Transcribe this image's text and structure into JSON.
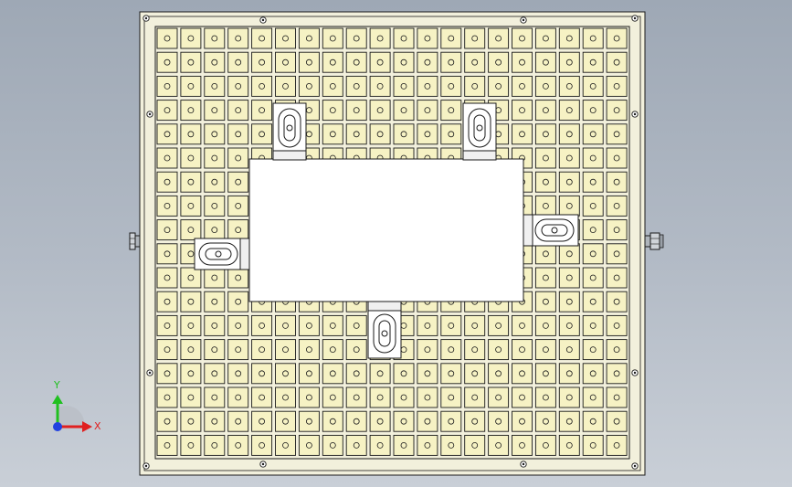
{
  "viewport": {
    "background_top": "#9ea8b5",
    "background_bottom": "#c9cfd7"
  },
  "plate": {
    "rows": 18,
    "cols": 20,
    "frame_color": "#f2f0dc",
    "cell_color": "#f6f2c4",
    "line_color": "#1a1a1a"
  },
  "workpiece": {
    "color": "#ffffff"
  },
  "clamps": [
    {
      "id": "clamp-top-left",
      "orientation": "vertical"
    },
    {
      "id": "clamp-top-right",
      "orientation": "vertical"
    },
    {
      "id": "clamp-left",
      "orientation": "horizontal"
    },
    {
      "id": "clamp-right",
      "orientation": "horizontal"
    },
    {
      "id": "clamp-bottom",
      "orientation": "vertical"
    }
  ],
  "triad": {
    "x_label": "X",
    "y_label": "Y",
    "x_color": "#e02020",
    "y_color": "#20c020",
    "z_color": "#2040e0"
  }
}
